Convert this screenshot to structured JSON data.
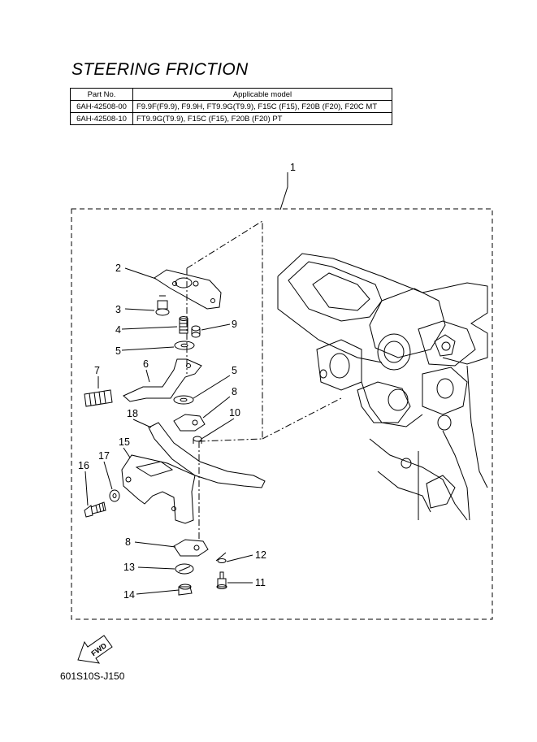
{
  "title": "STEERING FRICTION",
  "table": {
    "headers": [
      "Part No.",
      "Applicable model"
    ],
    "rows": [
      {
        "part_no": "6AH-42508-00",
        "model": "F9.9F(F9.9), F9.9H, FT9.9G(T9.9), F15C (F15), F20B (F20), F20C MT"
      },
      {
        "part_no": "6AH-42508-10",
        "model": "FT9.9G(T9.9), F15C (F15), F20B (F20) PT"
      }
    ]
  },
  "callouts": [
    "1",
    "2",
    "3",
    "4",
    "5",
    "6",
    "7",
    "5",
    "8",
    "9",
    "10",
    "18",
    "15",
    "17",
    "16",
    "8",
    "12",
    "13",
    "11",
    "14"
  ],
  "fwd_label": "FWD",
  "footer_code": "601S10S-J150"
}
